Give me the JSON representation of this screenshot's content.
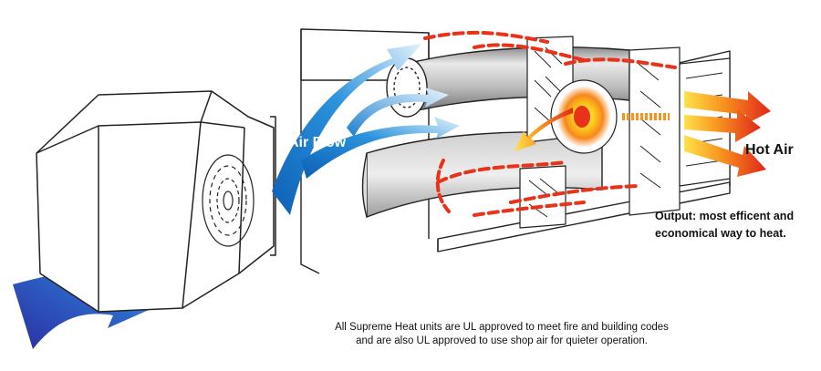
{
  "labels": {
    "air_flow": "Air Flow",
    "hot_air": "Hot Air",
    "output_line1": "Output: most efficent and",
    "output_line2": "economical way to heat.",
    "footnote_line1": "All Supreme Heat units are UL approved to meet fire and building codes",
    "footnote_line2": "and are also UL approved to use shop air for quieter operation."
  },
  "colors": {
    "cool_air": "#1a7fd4",
    "intake_air": "#2a3aa8",
    "hot_air": "#e8321a",
    "flame_core": "#ffe34a",
    "outline": "#222222",
    "panel": "#ffffff",
    "drum_shade": "#9a9a9a"
  }
}
